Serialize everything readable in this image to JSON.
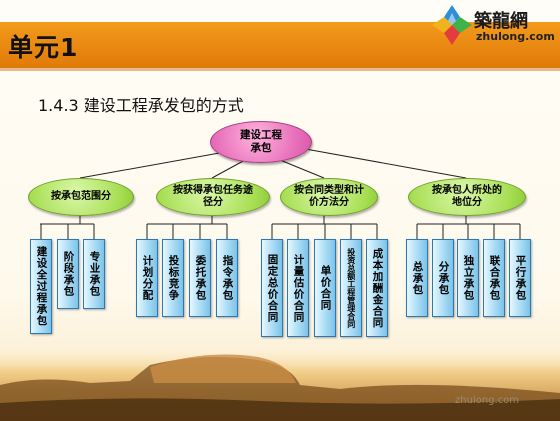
{
  "header": {
    "unit_title": "单元1",
    "logo_name": "築龍網",
    "logo_url": "zhulong.com"
  },
  "section_title": "1.4.3  建设工程承发包的方式",
  "diagram": {
    "root": "建设工程承包",
    "categories": [
      {
        "label": "按承包范围分",
        "children": [
          "建设全过程承包",
          "阶段承包",
          "专业承包"
        ]
      },
      {
        "label": "按获得承包任务途径分",
        "children": [
          "计划分配",
          "投标竞争",
          "委托承包",
          "指令承包"
        ]
      },
      {
        "label": "按合同类型和计价方法分",
        "children": [
          "固定总价合同",
          "计量估价合同",
          "单价合同",
          "投资总额工程管理合同",
          "成本加酬金合同"
        ]
      },
      {
        "label": "按承包人所处的地位分",
        "children": [
          "总承包",
          "分承包",
          "独立承包",
          "联合承包",
          "平行承包"
        ]
      }
    ]
  },
  "footer": {
    "watermark": "zhulong.com"
  },
  "colors": {
    "banner": "#e88a10",
    "root_fill": "#e66bb8",
    "category_fill": "#a9df55",
    "leaf_fill": "#a8dbf5",
    "connector": "#222222"
  }
}
